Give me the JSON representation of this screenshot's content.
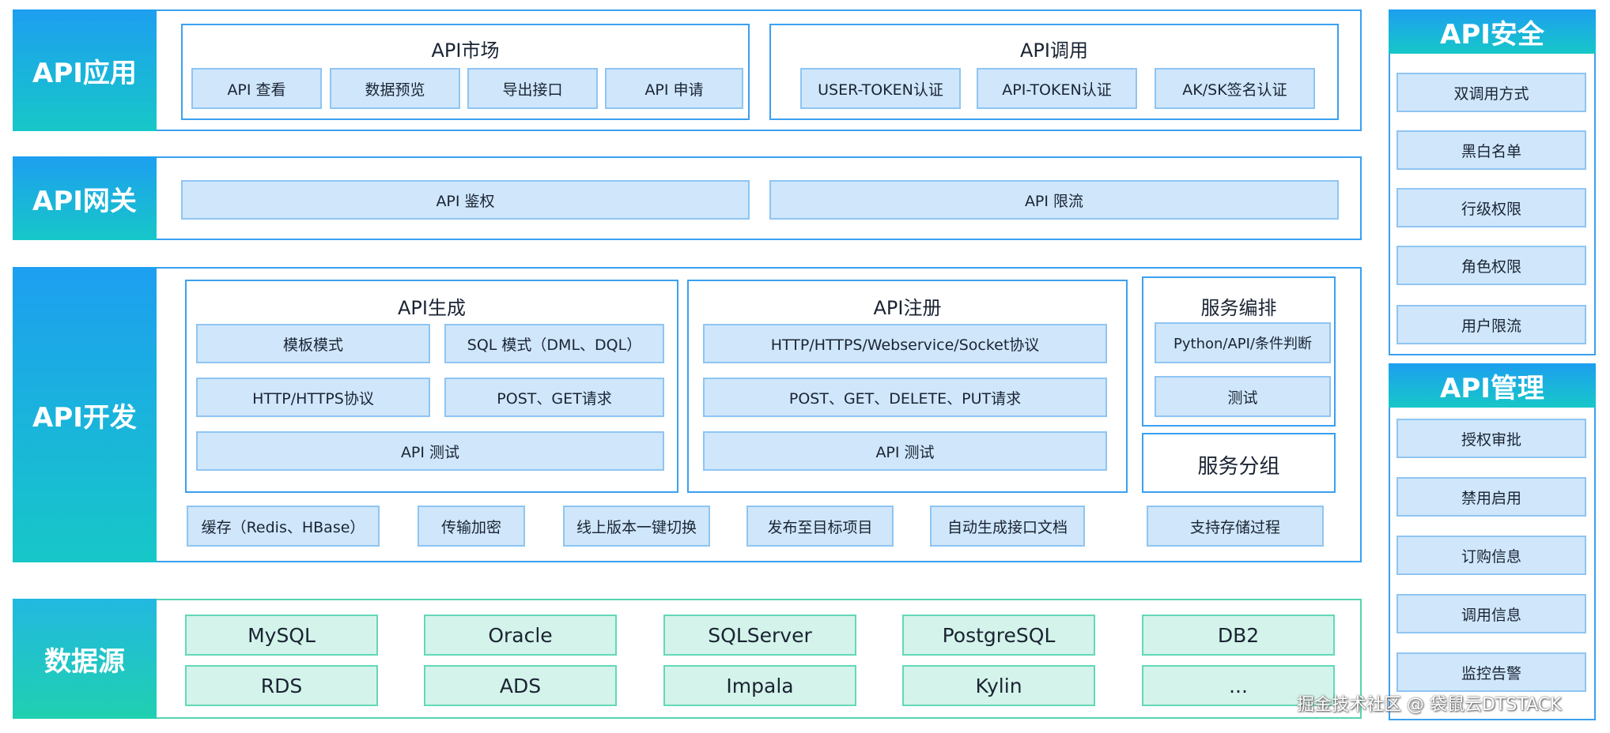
{
  "rows": {
    "app": {
      "label": "API应用",
      "market": {
        "title": "API市场",
        "items": [
          "API 查看",
          "数据预览",
          "导出接口",
          "API 申请"
        ]
      },
      "invoke": {
        "title": "API调用",
        "items": [
          "USER-TOKEN认证",
          "API-TOKEN认证",
          "AK/SK签名认证"
        ]
      }
    },
    "gateway": {
      "label": "API网关",
      "items": [
        "API 鉴权",
        "API 限流"
      ]
    },
    "dev": {
      "label": "API开发",
      "generate": {
        "title": "API生成",
        "items": [
          "模板模式",
          "SQL 模式（DML、DQL）",
          "HTTP/HTTPS协议",
          "POST、GET请求",
          "API 测试"
        ]
      },
      "register": {
        "title": "API注册",
        "items": [
          "HTTP/HTTPS/Webservice/Socket协议",
          "POST、GET、DELETE、PUT请求",
          "API 测试"
        ]
      },
      "orchestrate": {
        "title": "服务编排",
        "items": [
          "Python/API/条件判断",
          "测试"
        ]
      },
      "grouping": "服务分组",
      "features": [
        "缓存（Redis、HBase）",
        "传输加密",
        "线上版本一键切换",
        "发布至目标项目",
        "自动生成接口文档",
        "支持存储过程"
      ]
    },
    "datasource": {
      "label": "数据源",
      "items": [
        "MySQL",
        "Oracle",
        "SQLServer",
        "PostgreSQL",
        "DB2",
        "RDS",
        "ADS",
        "Impala",
        "Kylin",
        "..."
      ]
    }
  },
  "security": {
    "title": "API安全",
    "items": [
      "双调用方式",
      "黑白名单",
      "行级权限",
      "角色权限",
      "用户限流"
    ]
  },
  "management": {
    "title": "API管理",
    "items": [
      "授权审批",
      "禁用启用",
      "订购信息",
      "调用信息",
      "监控告警"
    ]
  },
  "watermark": "掘金技术社区 @ 袋鼠云DTSTACK"
}
